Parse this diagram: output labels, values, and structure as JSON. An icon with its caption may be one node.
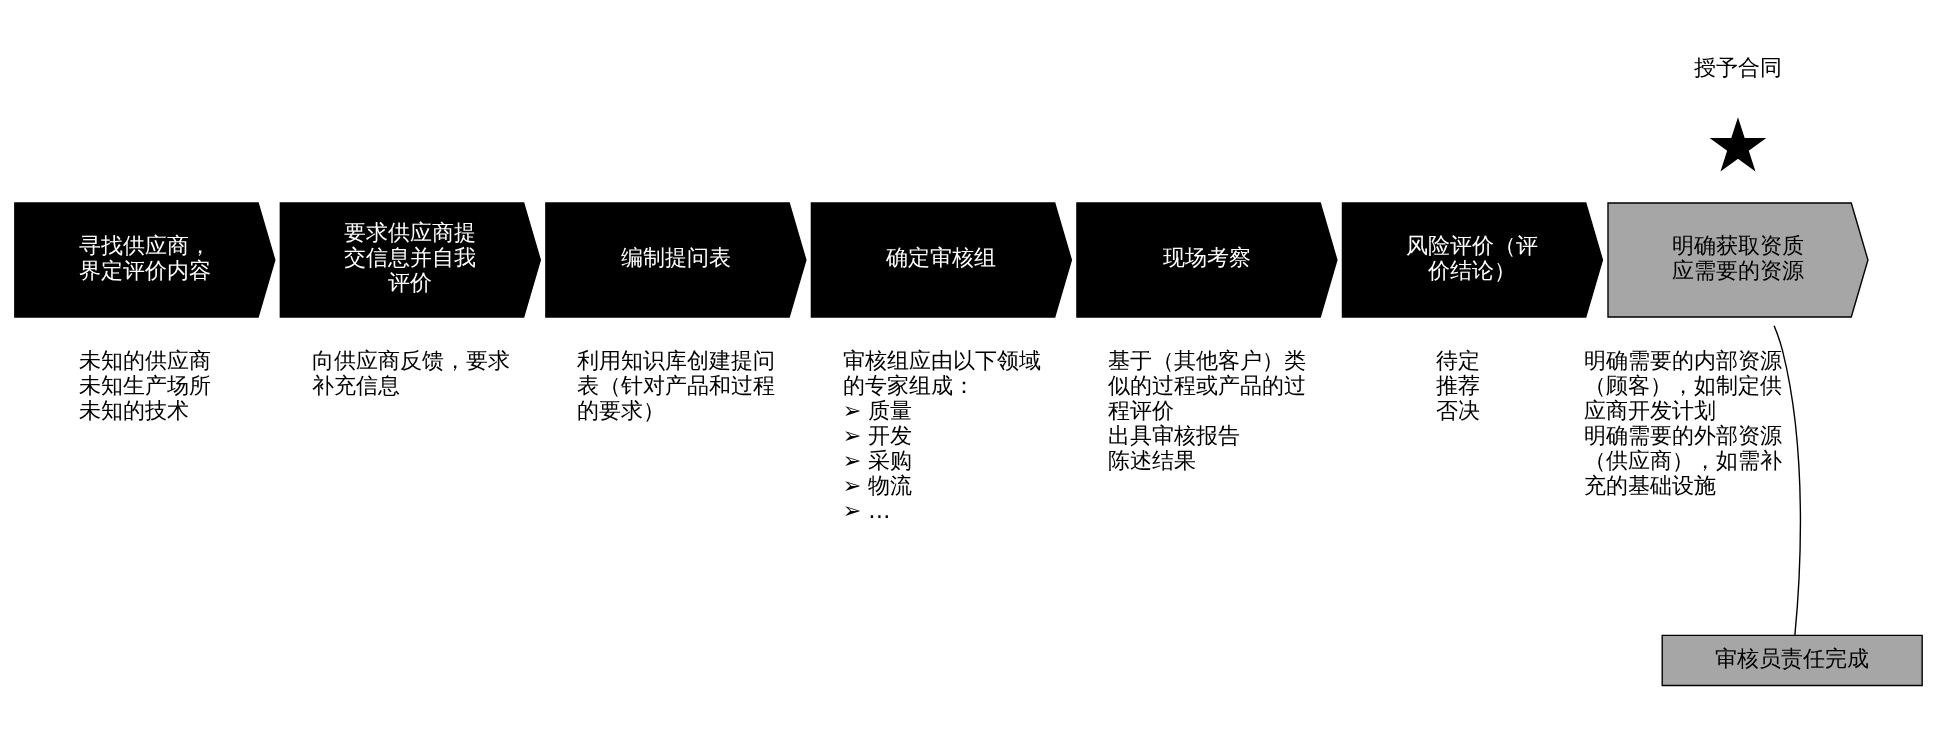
{
  "diagram": {
    "nodes": [
      {
        "text": [
          "寻找供应商，界定评价内容"
        ],
        "beside": [
          "未知的供应商",
          "未知生产场所",
          "未知的技术"
        ]
      },
      {
        "text": [
          "要求供应商提交信息并自我评价"
        ],
        "beside": [
          "向供应商反馈，要求补充信息"
        ]
      },
      {
        "text": [
          "编制提问表"
        ],
        "beside": [
          "利用知识库创建提问表（针对产品和过程的要求）"
        ]
      },
      {
        "text": [
          "确定审核组"
        ],
        "beside": [
          "审核组应由以下领域的专家组成：",
          "➢ 质量",
          "➢ 开发",
          "➢ 采购",
          "➢ 物流",
          "➢ …"
        ]
      },
      {
        "text": [
          "现场考察"
        ],
        "beside": [
          "基于（其他客户）类似的过程或产品的过程评价",
          "出具审核报告",
          "陈述结果"
        ]
      },
      {
        "text": [
          "风险评价（评价结论）"
        ],
        "beside": [
          "待定",
          "推荐",
          "否决"
        ]
      },
      {
        "text": [
          "明确获取资质应需要的资源"
        ],
        "beside": [
          "明确需要的内部资源（顾客），如制定供应商开发计划",
          "明确需要的外部资源（供应商），如需补充的基础设施"
        ]
      },
      {
        "text": [],
        "shape": "star",
        "beside": [
          "授予合同"
        ]
      },
      {
        "text": [
          "审核员责任完成"
        ]
      }
    ],
    "edges": [
      {
        "from": 6,
        "to": 8,
        "arrow": "none"
      }
    ]
  }
}
